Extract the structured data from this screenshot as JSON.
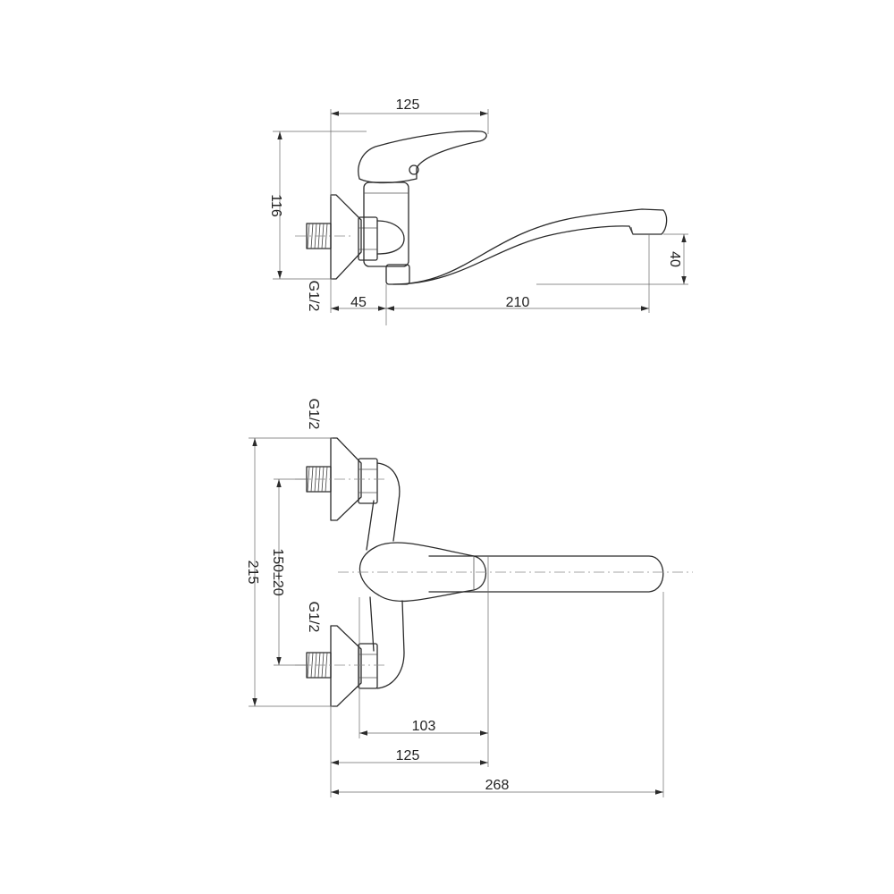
{
  "side_view": {
    "dim_top_width": "125",
    "dim_height": "116",
    "dim_spout_drop": "40",
    "dim_wall_offset": "45",
    "dim_spout_reach": "210",
    "thread_label": "G1/2"
  },
  "top_view": {
    "thread_label_upper": "G1/2",
    "thread_label_lower": "G1/2",
    "dim_overall_height": "215",
    "dim_centers": "150±20",
    "dim_handle_reach": "103",
    "dim_body_reach": "125",
    "dim_total_reach": "268"
  },
  "colors": {
    "line": "#2b2b2b",
    "extension": "#6a6a6a",
    "centerline": "#888888"
  }
}
